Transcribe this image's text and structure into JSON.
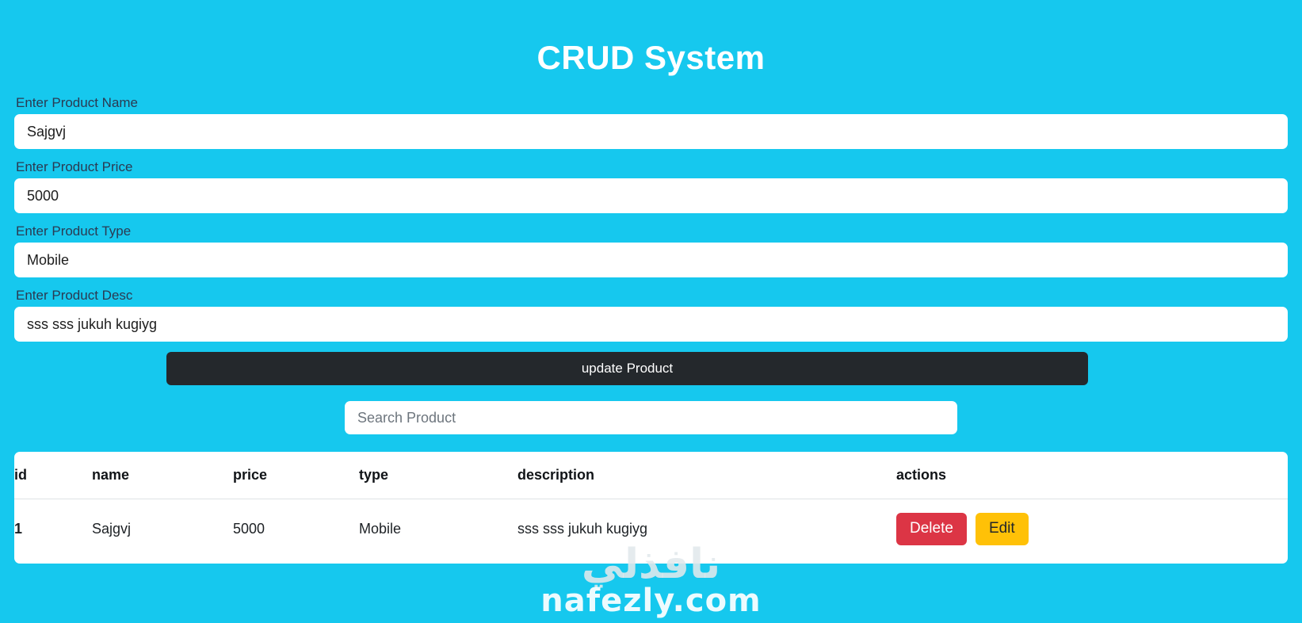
{
  "app": {
    "title": "CRUD System",
    "theme_color": "#16c8ee",
    "accent_dark": "#24282c",
    "delete_color": "#dc3545",
    "edit_color": "#ffc107"
  },
  "form": {
    "fields": [
      {
        "label": "Enter Product Name",
        "value": "Sajgvj",
        "placeholder": "",
        "name": "product-name"
      },
      {
        "label": "Enter Product Price",
        "value": "5000",
        "placeholder": "",
        "name": "product-price"
      },
      {
        "label": "Enter Product Type",
        "value": "Mobile",
        "placeholder": "",
        "name": "product-type"
      },
      {
        "label": "Enter Product Desc",
        "value": "sss sss jukuh kugiyg",
        "placeholder": "",
        "name": "product-desc"
      }
    ],
    "submit_label": "update Product"
  },
  "search": {
    "value": "",
    "placeholder": "Search Product"
  },
  "table": {
    "headers": [
      "id",
      "name",
      "price",
      "type",
      "description",
      "actions"
    ],
    "rows": [
      {
        "id": "1",
        "name": "Sajgvj",
        "price": "5000",
        "type": "Mobile",
        "description": "sss sss jukuh kugiyg",
        "delete_label": "Delete",
        "edit_label": "Edit"
      }
    ]
  },
  "watermark": {
    "arabic": "نافذلي",
    "latin": "nafezly.com"
  }
}
